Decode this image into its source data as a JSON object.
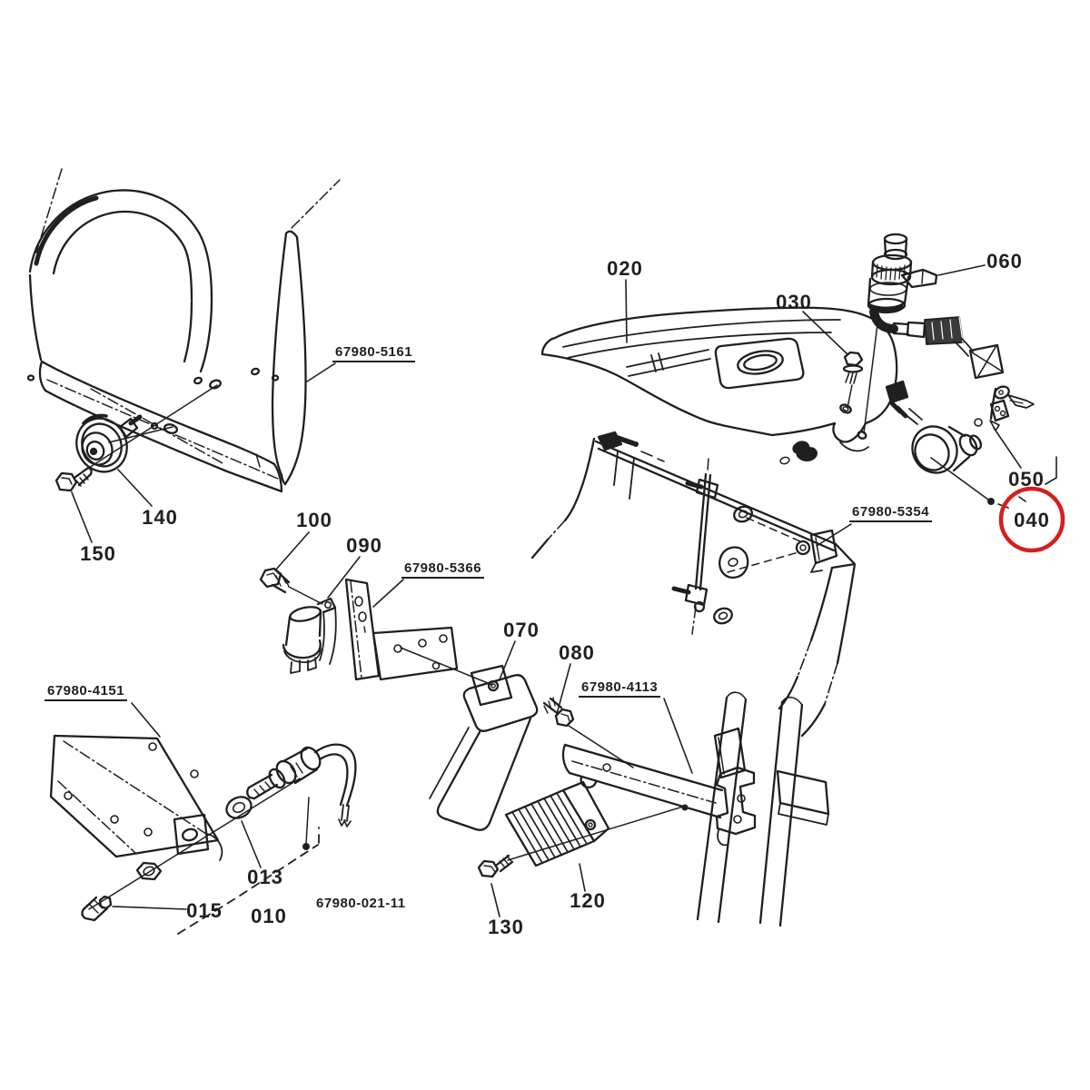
{
  "figure": {
    "type": "exploded-parts-diagram",
    "description": "Tractor instrument panel electrical components exploded view",
    "background": "#ffffff",
    "line_color": "#1f1f1f",
    "highlight_color": "#d41f1f",
    "highlighted_callout": "040"
  },
  "callouts": {
    "c010": "010",
    "c013": "013",
    "c015": "015",
    "c020": "020",
    "c030": "030",
    "c040": "040",
    "c050": "050",
    "c060": "060",
    "c070": "070",
    "c080": "080",
    "c090": "090",
    "c100": "100",
    "c120": "120",
    "c130": "130",
    "c140": "140",
    "c150": "150"
  },
  "part_numbers": {
    "p5161": "67980-5161",
    "p5354": "67980-5354",
    "p5366": "67980-5366",
    "p4113": "67980-4113",
    "p4151": "67980-4151",
    "p02111": "67980-021-11"
  }
}
